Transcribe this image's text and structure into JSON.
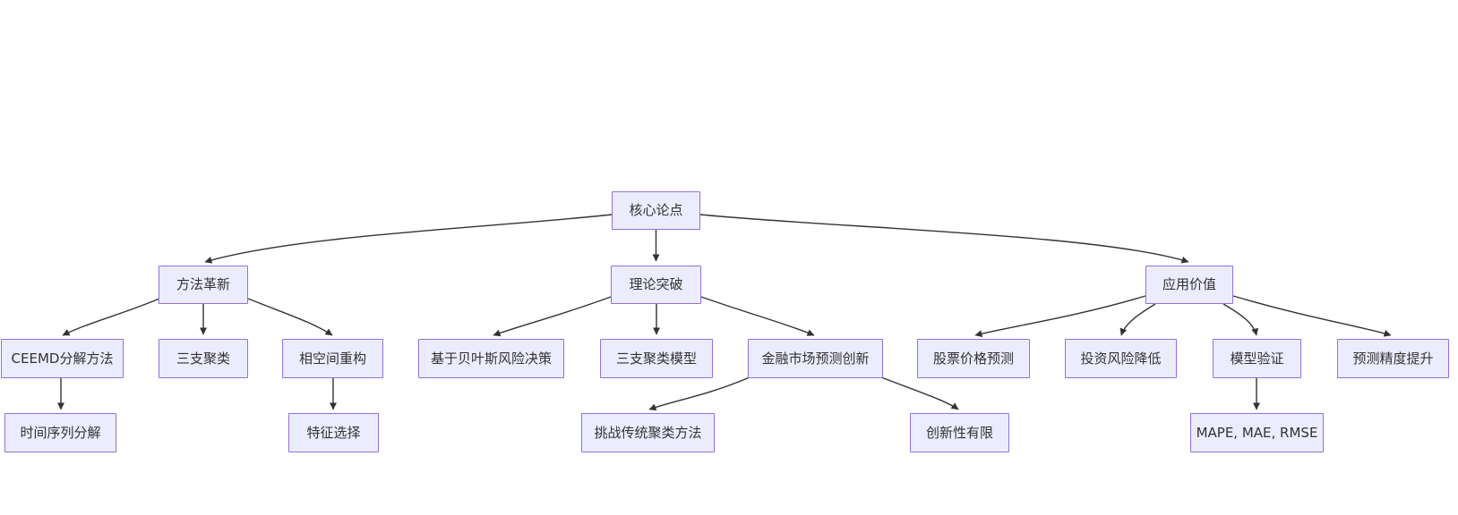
{
  "diagram": {
    "type": "flowchart-tree",
    "direction": "top-down",
    "colors": {
      "background": "#FFFFFF",
      "node_fill": "#ECECFF",
      "node_border": "#9370DB",
      "edge_line": "#333333",
      "text": "#333333"
    }
  },
  "nodes": [
    {
      "id": "core",
      "label": "核心论点"
    },
    {
      "id": "method",
      "label": "方法革新"
    },
    {
      "id": "theory",
      "label": "理论突破"
    },
    {
      "id": "application",
      "label": "应用价值"
    },
    {
      "id": "ceemd",
      "label": "CEEMD分解方法"
    },
    {
      "id": "three-way",
      "label": "三支聚类"
    },
    {
      "id": "phase-space",
      "label": "相空间重构"
    },
    {
      "id": "bayes-risk",
      "label": "基于贝叶斯风险决策"
    },
    {
      "id": "three-way-model",
      "label": "三支聚类模型"
    },
    {
      "id": "fin-market",
      "label": "金融市场预测创新"
    },
    {
      "id": "stock-price",
      "label": "股票价格预测"
    },
    {
      "id": "invest-risk",
      "label": "投资风险降低"
    },
    {
      "id": "model-valid",
      "label": "模型验证"
    },
    {
      "id": "accuracy",
      "label": "预测精度提升"
    },
    {
      "id": "ts-decomp",
      "label": "时间序列分解"
    },
    {
      "id": "feature-sel",
      "label": "特征选择"
    },
    {
      "id": "challenge",
      "label": "挑战传统聚类方法"
    },
    {
      "id": "limited",
      "label": "创新性有限"
    },
    {
      "id": "metrics",
      "label": "MAPE, MAE, RMSE"
    }
  ],
  "edges": [
    {
      "from": "core",
      "to": "method"
    },
    {
      "from": "core",
      "to": "theory"
    },
    {
      "from": "core",
      "to": "application"
    },
    {
      "from": "method",
      "to": "ceemd"
    },
    {
      "from": "method",
      "to": "three-way"
    },
    {
      "from": "method",
      "to": "phase-space"
    },
    {
      "from": "theory",
      "to": "bayes-risk"
    },
    {
      "from": "theory",
      "to": "three-way-model"
    },
    {
      "from": "theory",
      "to": "fin-market"
    },
    {
      "from": "application",
      "to": "stock-price"
    },
    {
      "from": "application",
      "to": "invest-risk"
    },
    {
      "from": "application",
      "to": "model-valid"
    },
    {
      "from": "application",
      "to": "accuracy"
    },
    {
      "from": "ceemd",
      "to": "ts-decomp"
    },
    {
      "from": "phase-space",
      "to": "feature-sel"
    },
    {
      "from": "fin-market",
      "to": "challenge"
    },
    {
      "from": "fin-market",
      "to": "limited"
    },
    {
      "from": "model-valid",
      "to": "metrics"
    }
  ]
}
